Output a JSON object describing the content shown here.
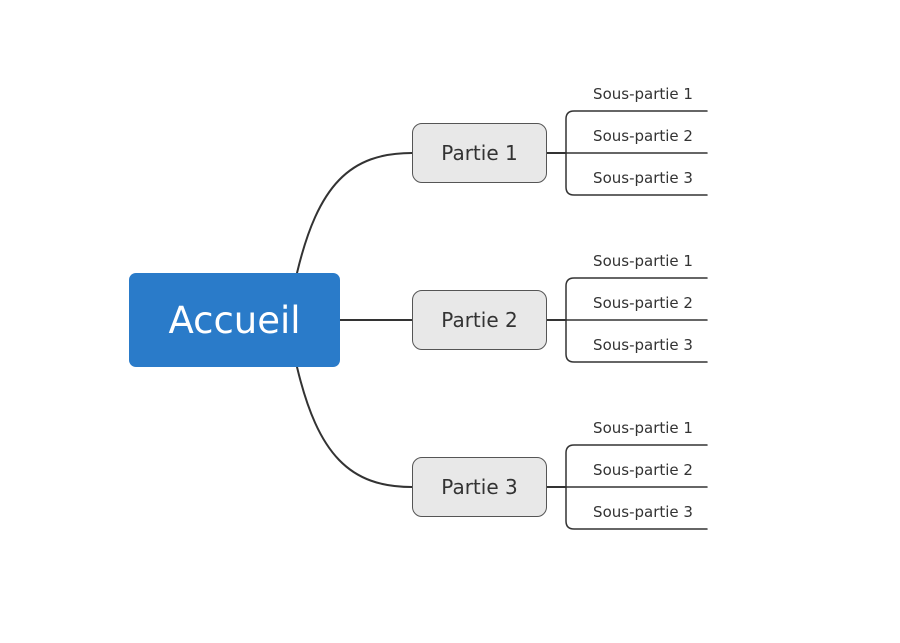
{
  "root": {
    "label": "Accueil"
  },
  "parts": [
    {
      "label": "Partie 1",
      "subs": [
        "Sous-partie 1",
        "Sous-partie 2",
        "Sous-partie 3"
      ]
    },
    {
      "label": "Partie 2",
      "subs": [
        "Sous-partie 1",
        "Sous-partie 2",
        "Sous-partie 3"
      ]
    },
    {
      "label": "Partie 3",
      "subs": [
        "Sous-partie 1",
        "Sous-partie 2",
        "Sous-partie 3"
      ]
    }
  ],
  "colors": {
    "root_fill": "#2a7bc9",
    "part_fill": "#e8e8e8",
    "line": "#333333",
    "text": "#333333"
  }
}
